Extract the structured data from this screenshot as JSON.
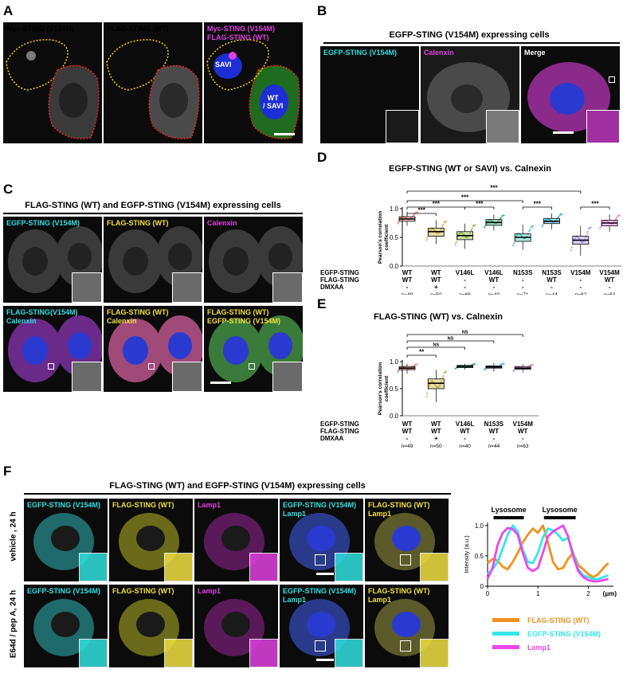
{
  "panels": {
    "A": {
      "letter": "A",
      "channels": [
        {
          "label": "Myc-STING (V154M)",
          "color": "#e040e0"
        },
        {
          "label": "FLAG-STING (WT)",
          "color": "#3ddc3d"
        },
        {
          "label": "Myc-STING (V154M)\nFLAG-STING (WT)",
          "color": "#e040e0"
        }
      ],
      "cell_labels": [
        "SAVI",
        "WT\n/ SAVI"
      ]
    },
    "B": {
      "letter": "B",
      "title": "EGFP-STING (V154M) expressing cells",
      "channels": [
        {
          "label": "EGFP-STING (V154M)",
          "color": "#30e0e0"
        },
        {
          "label": "Calenxin",
          "color": "#e040e0"
        },
        {
          "label": "Merge",
          "color": "#ffffff"
        }
      ]
    },
    "C": {
      "letter": "C",
      "title": "FLAG-STING (WT) and EGFP-STING (V154M) expressing cells",
      "row1": [
        {
          "label": "EGFP-STING (V154M)",
          "color": "#30e0e0"
        },
        {
          "label": "FLAG-STING (WT)",
          "color": "#f0e040"
        },
        {
          "label": "Calenxin",
          "color": "#e040e0"
        }
      ],
      "row2": [
        {
          "label": "FLAG-STING(V154M)\nCalenxin",
          "color": "#30e0e0",
          "color2": "#e040e0"
        },
        {
          "label": "FLAG-STING (WT)\nCalenxin",
          "color": "#f0e040",
          "color2": "#e040e0"
        },
        {
          "label": "FLAG-STING (WT)\nEGFP-STING (V154M)",
          "color": "#f0e040",
          "color2": "#30e0e0"
        }
      ]
    },
    "D": {
      "letter": "D",
      "title": "EGFP-STING (WT or SAVI) vs. Calnexin"
    },
    "E": {
      "letter": "E",
      "title": "FLAG-STING (WT) vs. Calnexin"
    },
    "F": {
      "letter": "F",
      "title": "FLAG-STING (WT) and EGFP-STING (V154M) expressing cells",
      "row_labels": [
        "vehicle , 24 h",
        "E64d / pep A, 24 h"
      ],
      "row1": [
        {
          "label": "EGFP-STING (V154M)",
          "color": "#30e0e0"
        },
        {
          "label": "FLAG-STING (WT)",
          "color": "#f0e040"
        },
        {
          "label": "Lamp1",
          "color": "#e040e0"
        },
        {
          "label": "EGFP-STING (V154M)\nLamp1",
          "color": "#30e0e0",
          "color2": "#e040e0"
        },
        {
          "label": "FLAG-STING (WT)\nLamp1",
          "color": "#f0e040",
          "color2": "#e040e0"
        }
      ],
      "row2": [
        {
          "label": "EGFP-STING (V154M)",
          "color": "#30e0e0"
        },
        {
          "label": "FLAG-STING (WT)",
          "color": "#f0e040"
        },
        {
          "label": "Lamp1",
          "color": "#e040e0"
        },
        {
          "label": "EGFP-STING (V154M)\nLamp1",
          "color": "#30e0e0",
          "color2": "#e040e0"
        },
        {
          "label": "FLAG-STING (WT)\nLamp1",
          "color": "#f0e040",
          "color2": "#e040e0"
        }
      ]
    }
  },
  "chart_data": [
    {
      "id": "D",
      "type": "box",
      "title": "EGFP-STING (WT or SAVI) vs. Calnexin",
      "ylabel": "Pearson's correlation coefficient",
      "ylim": [
        0.0,
        1.0
      ],
      "yticks": [
        "0.0",
        "0.5",
        "1.0"
      ],
      "row_headers": [
        "EGFP-STING",
        "FLAG-STING",
        "DMXAA"
      ],
      "groups": [
        {
          "egfp": "WT",
          "flag": "WT",
          "dmxaa": "-",
          "n": "n=49",
          "median": 0.82,
          "q1": 0.78,
          "q3": 0.86,
          "lo": 0.7,
          "hi": 0.95,
          "color": "#e8766d"
        },
        {
          "egfp": "WT",
          "flag": "WT",
          "dmxaa": "+",
          "n": "n=50",
          "median": 0.6,
          "q1": 0.52,
          "q3": 0.66,
          "lo": 0.38,
          "hi": 0.8,
          "color": "#b8a11a"
        },
        {
          "egfp": "V146L",
          "flag": "-",
          "dmxaa": "-",
          "n": "n=66",
          "median": 0.53,
          "q1": 0.46,
          "q3": 0.6,
          "lo": 0.3,
          "hi": 0.74,
          "color": "#6fb01c"
        },
        {
          "egfp": "V146L",
          "flag": "WT",
          "dmxaa": "-",
          "n": "n=40",
          "median": 0.76,
          "q1": 0.71,
          "q3": 0.81,
          "lo": 0.62,
          "hi": 0.9,
          "color": "#1cb060"
        },
        {
          "egfp": "N153S",
          "flag": "-",
          "dmxaa": "-",
          "n": "n=71",
          "median": 0.5,
          "q1": 0.43,
          "q3": 0.56,
          "lo": 0.28,
          "hi": 0.72,
          "color": "#1fbba8"
        },
        {
          "egfp": "N153S",
          "flag": "WT",
          "dmxaa": "-",
          "n": "n=44",
          "median": 0.78,
          "q1": 0.74,
          "q3": 0.83,
          "lo": 0.64,
          "hi": 0.92,
          "color": "#1fa6d8"
        },
        {
          "egfp": "V154M",
          "flag": "-",
          "dmxaa": "-",
          "n": "n=82",
          "median": 0.45,
          "q1": 0.38,
          "q3": 0.52,
          "lo": 0.18,
          "hi": 0.7,
          "color": "#9b7fe8"
        },
        {
          "egfp": "V154M",
          "flag": "WT",
          "dmxaa": "-",
          "n": "n=63",
          "median": 0.75,
          "q1": 0.7,
          "q3": 0.8,
          "lo": 0.6,
          "hi": 0.9,
          "color": "#e56cc4"
        }
      ],
      "brackets": [
        {
          "from": 0,
          "to": 1,
          "label": "***"
        },
        {
          "from": 0,
          "to": 2,
          "label": "***"
        },
        {
          "from": 0,
          "to": 4,
          "label": "***"
        },
        {
          "from": 0,
          "to": 6,
          "label": "***"
        },
        {
          "from": 2,
          "to": 3,
          "label": "***"
        },
        {
          "from": 4,
          "to": 5,
          "label": "***"
        },
        {
          "from": 6,
          "to": 7,
          "label": "***"
        }
      ]
    },
    {
      "id": "E",
      "type": "box",
      "title": "FLAG-STING (WT) vs. Calnexin",
      "ylabel": "Pearson's correlation coefficient",
      "ylim": [
        0.0,
        1.0
      ],
      "yticks": [
        "0.0",
        "0.5",
        "1.0"
      ],
      "row_headers": [
        "EGFP-STING",
        "FLAG-STING",
        "DMXAA"
      ],
      "groups": [
        {
          "egfp": "WT",
          "flag": "WT",
          "dmxaa": "-",
          "n": "n=49",
          "median": 0.88,
          "q1": 0.85,
          "q3": 0.91,
          "lo": 0.78,
          "hi": 0.96,
          "color": "#e8766d"
        },
        {
          "egfp": "WT",
          "flag": "WT",
          "dmxaa": "+",
          "n": "n=50",
          "median": 0.6,
          "q1": 0.5,
          "q3": 0.68,
          "lo": 0.25,
          "hi": 0.85,
          "color": "#b8a11a"
        },
        {
          "egfp": "V146L",
          "flag": "WT",
          "dmxaa": "-",
          "n": "n=40",
          "median": 0.91,
          "q1": 0.89,
          "q3": 0.93,
          "lo": 0.85,
          "hi": 0.96,
          "color": "#1cb060"
        },
        {
          "egfp": "N153S",
          "flag": "WT",
          "dmxaa": "-",
          "n": "n=44",
          "median": 0.9,
          "q1": 0.88,
          "q3": 0.92,
          "lo": 0.82,
          "hi": 0.97,
          "color": "#1fa6d8"
        },
        {
          "egfp": "V154M",
          "flag": "WT",
          "dmxaa": "-",
          "n": "n=63",
          "median": 0.88,
          "q1": 0.86,
          "q3": 0.91,
          "lo": 0.8,
          "hi": 0.95,
          "color": "#e56cc4"
        }
      ],
      "brackets": [
        {
          "from": 0,
          "to": 1,
          "label": "**"
        },
        {
          "from": 0,
          "to": 2,
          "label": "NS"
        },
        {
          "from": 0,
          "to": 3,
          "label": "NS"
        },
        {
          "from": 0,
          "to": 4,
          "label": "NS"
        }
      ]
    },
    {
      "id": "F-profile",
      "type": "line",
      "ylabel": "Intensity (a.u.)",
      "xunit": "(μm)",
      "xlim": [
        0,
        2.5
      ],
      "ylim": [
        0,
        1.05
      ],
      "xticks": [
        0,
        1,
        2
      ],
      "yticks": [
        0,
        0.5,
        1.0
      ],
      "regions": [
        {
          "label": "Lysosome",
          "x0": 0.12,
          "x1": 0.72
        },
        {
          "label": "Lysosome",
          "x0": 1.12,
          "x1": 1.75
        }
      ],
      "series": [
        {
          "name": "FLAG-STING (WT)",
          "color": "#f0921e",
          "x": [
            0,
            0.1,
            0.2,
            0.3,
            0.4,
            0.5,
            0.6,
            0.7,
            0.8,
            0.9,
            1.0,
            1.1,
            1.2,
            1.3,
            1.4,
            1.5,
            1.6,
            1.7,
            1.8,
            1.9,
            2.0,
            2.1,
            2.2,
            2.3,
            2.4
          ],
          "y": [
            0.38,
            0.45,
            0.42,
            0.32,
            0.28,
            0.4,
            0.55,
            0.72,
            0.85,
            0.95,
            0.88,
            1.0,
            0.72,
            0.4,
            0.28,
            0.3,
            0.45,
            0.55,
            0.35,
            0.28,
            0.2,
            0.15,
            0.2,
            0.3,
            0.38
          ]
        },
        {
          "name": "EGFP-STING (V154M)",
          "color": "#35e6ea",
          "x": [
            0,
            0.1,
            0.2,
            0.3,
            0.4,
            0.5,
            0.6,
            0.7,
            0.8,
            0.9,
            1.0,
            1.1,
            1.2,
            1.3,
            1.4,
            1.5,
            1.6,
            1.7,
            1.8,
            1.9,
            2.0,
            2.1,
            2.2,
            2.3,
            2.4
          ],
          "y": [
            0.2,
            0.28,
            0.4,
            0.62,
            0.85,
            1.0,
            0.9,
            0.6,
            0.4,
            0.38,
            0.55,
            0.8,
            0.95,
            0.92,
            0.85,
            0.75,
            0.8,
            0.55,
            0.28,
            0.18,
            0.15,
            0.12,
            0.12,
            0.15,
            0.18
          ]
        },
        {
          "name": "Lamp1",
          "color": "#ee44ee",
          "x": [
            0,
            0.1,
            0.2,
            0.3,
            0.4,
            0.5,
            0.6,
            0.7,
            0.8,
            0.9,
            1.0,
            1.1,
            1.2,
            1.3,
            1.4,
            1.5,
            1.6,
            1.7,
            1.8,
            1.9,
            2.0,
            2.1,
            2.2,
            2.3,
            2.4
          ],
          "y": [
            0.12,
            0.3,
            0.68,
            0.88,
            0.96,
            0.94,
            0.85,
            0.55,
            0.3,
            0.25,
            0.3,
            0.55,
            0.82,
            0.9,
            0.95,
            1.0,
            0.82,
            0.5,
            0.25,
            0.15,
            0.1,
            0.08,
            0.08,
            0.1,
            0.12
          ]
        }
      ]
    }
  ]
}
